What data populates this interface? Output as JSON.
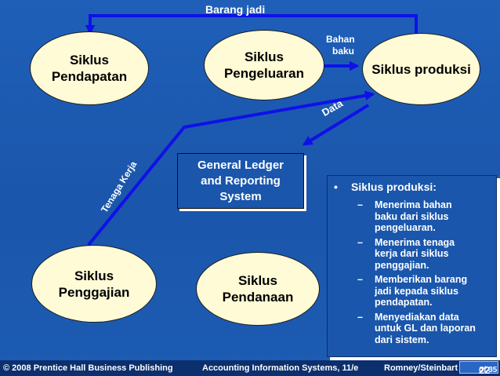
{
  "diagram": {
    "ovals": {
      "pendapatan": "Siklus\nPendapatan",
      "pengeluaran": "Siklus\nPengeluaran",
      "produksi": "Siklus produksi",
      "penggajian": "Siklus\nPenggajian",
      "pendanaan": "Siklus\nPendanaan"
    },
    "general_ledger": "General Ledger\nand Reporting\nSystem",
    "arrow_labels": {
      "barang_jadi": "Barang jadi",
      "bahan_baku_1": "Bahan",
      "bahan_baku_2": "baku",
      "data": "Data",
      "tenaga_kerja": "Tenaga Kerja"
    }
  },
  "note": {
    "bullet": "•",
    "title": "Siklus produksi:",
    "dash": "–",
    "items": [
      "Menerima bahan\nbaku dari siklus\npengeluaran.",
      "Menerima tenaga\nkerja dari siklus\npenggajian.",
      "Memberikan barang\njadi kepada siklus\npendapatan.",
      "Menyediakan data\nuntuk GL dan laporan\ndari sistem."
    ]
  },
  "footer": {
    "copyright": "© 2008 Prentice Hall Business Publishing",
    "book": "Accounting Information Systems, 11/e",
    "authors": "Romney/Steinbart",
    "page_current": "22",
    "page_of": "of 35"
  },
  "colors": {
    "background": "#1a56ab",
    "oval_fill": "#fffbd6",
    "arrow": "#1010e8",
    "footer": "#0c2f6d"
  }
}
